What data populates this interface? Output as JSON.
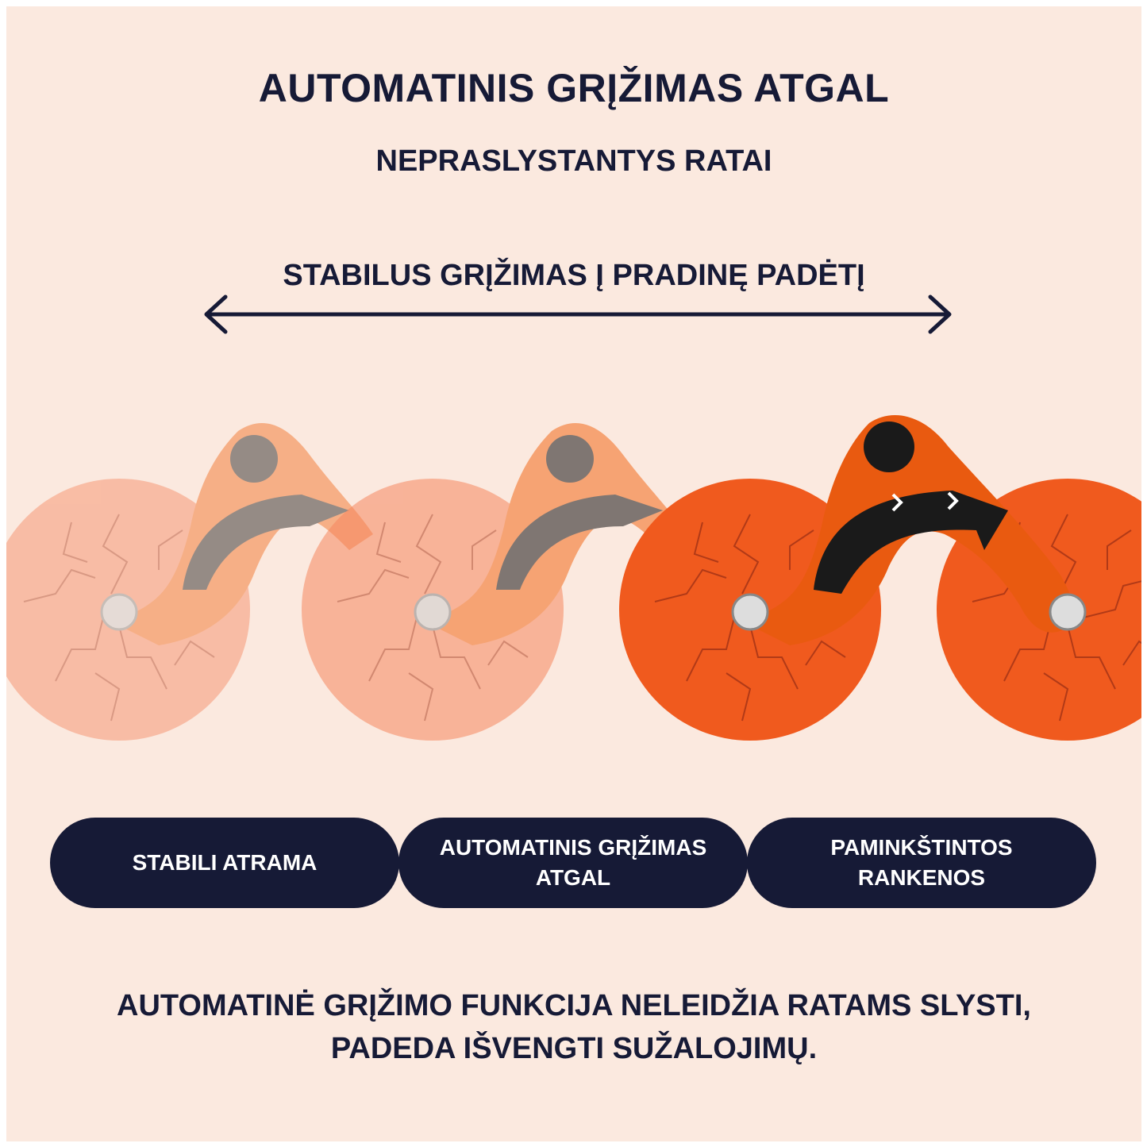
{
  "header": {
    "title": "AUTOMATINIS GRĮŽIMAS ATGAL",
    "subtitle": "NEPRASLYSTANTYS RATAI"
  },
  "motion": {
    "label": "STABILUS GRĮŽIMAS Į PRADINĘ PADĖTĮ",
    "icon": "double-arrow-icon"
  },
  "features": [
    {
      "label": "STABILI ATRAMA"
    },
    {
      "label": "AUTOMATINIS GRĮŽIMAS ATGAL"
    },
    {
      "label": "PAMINKŠTINTOS RANKENOS"
    }
  ],
  "footer": {
    "line1": "AUTOMATINĖ GRĮŽIMO FUNKCIJA NELEIDŽIA RATAMS SLYSTI,",
    "line2": "PADEDA IŠVENGTI SUŽALOJIMŲ."
  },
  "colors": {
    "background": "#fbe9df",
    "text": "#161a36",
    "pill": "#161a36",
    "wheel": "#f05a1e",
    "wheel_faded": "#f6a58c",
    "handle": "#f26a1b"
  }
}
